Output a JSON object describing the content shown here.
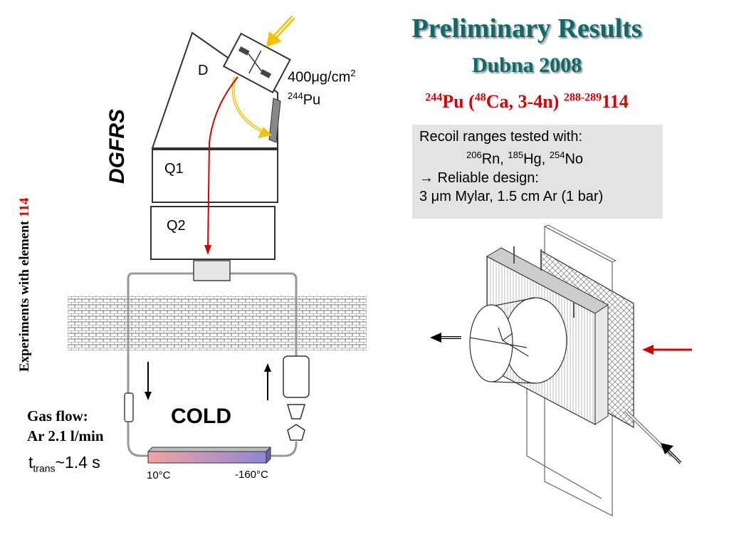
{
  "title": "Preliminary Results",
  "subtitle": "Dubna 2008",
  "reaction": {
    "target_mass": "244",
    "target": "Pu (",
    "beam_mass": "48",
    "beam_rest": "Ca, 3-4n)",
    "product_mass": "288-289",
    "element": "114"
  },
  "side_label": {
    "text": "Experiments with element ",
    "element": "114"
  },
  "info_box": {
    "line1": "Recoil ranges tested with:",
    "iso1_mass": "206",
    "iso1": "Rn,",
    "iso2_mass": "185",
    "iso2": "Hg,",
    "iso3_mass": "254",
    "iso3": "No",
    "line3": "→ Reliable design:",
    "line4": "3 μm Mylar, 1.5 cm Ar (1 bar)"
  },
  "diagram": {
    "separator_name": "DGFRS",
    "dipole": "D",
    "quad1": "Q1",
    "quad2": "Q2",
    "target_thickness": "400μg/cm",
    "target_thickness_sup": "2",
    "target_iso_mass": "244",
    "target_iso": "Pu",
    "cold_label": "COLD",
    "temp_warm": "10°C",
    "temp_cold": "-160°C",
    "gas_flow_label": "Gas flow:",
    "gas_flow_value": "Ar 2.1 l/min",
    "transport_prefix": "t",
    "transport_sub": "trans",
    "transport_value": "~1.4 s"
  },
  "colors": {
    "title": "#0e6a6a",
    "accent_red": "#d40000",
    "beam_yellow": "#f2c200",
    "info_bg": "#e3e3e3"
  }
}
